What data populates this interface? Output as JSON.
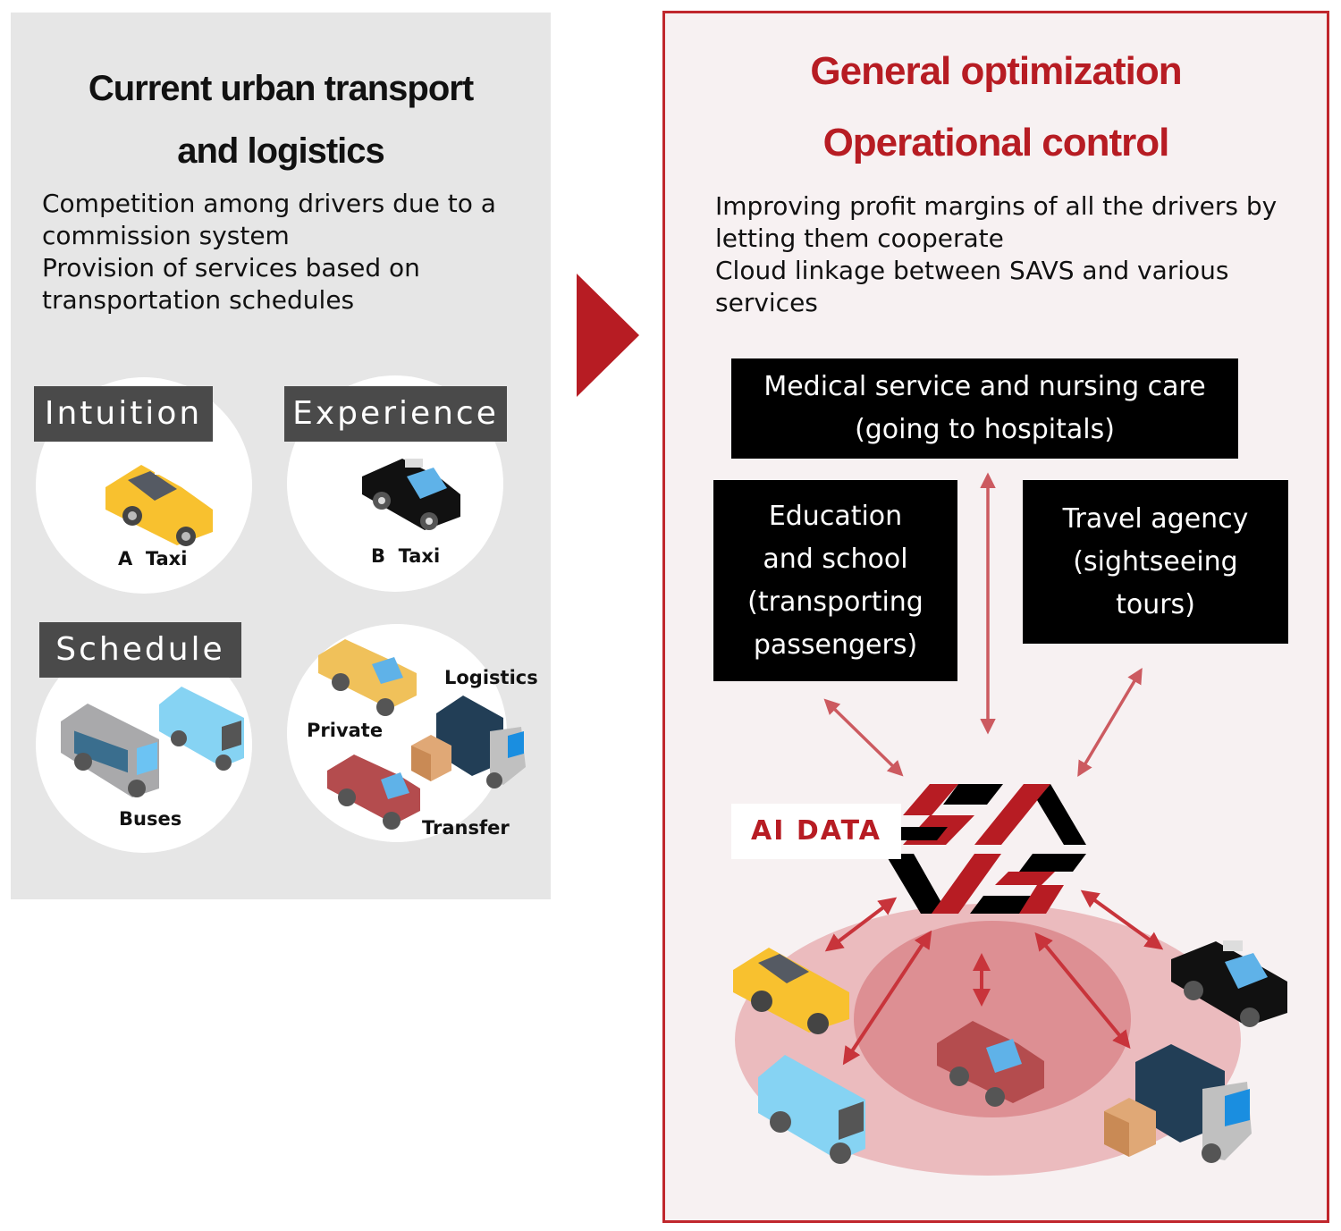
{
  "left": {
    "title_lines": [
      "Current urban transport",
      "and logistics"
    ],
    "description_lines": [
      "Competition among drivers due to a",
      "commission system",
      "Provision of services based on",
      "transportation schedules"
    ],
    "tags": [
      "Intuition",
      "Experience",
      "Schedule"
    ],
    "vehicle_labels": {
      "a_taxi": "A  Taxi",
      "b_taxi": "B  Taxi",
      "buses": "Buses",
      "private": "Private",
      "logistics": "Logistics",
      "transfer": "Transfer"
    }
  },
  "arrow": {
    "icon": "triangle-right-icon",
    "color": "#b71c23"
  },
  "right": {
    "title_lines": [
      "General optimization",
      "Operational control"
    ],
    "description_lines": [
      "Improving profit margins of all the drivers by",
      "letting them cooperate",
      "Cloud linkage between SAVS and various",
      "services"
    ],
    "services": [
      {
        "lines": [
          "Medical service and nursing care",
          "(going to hospitals)"
        ]
      },
      {
        "lines": [
          "Education",
          "and school",
          "(transporting",
          "passengers)"
        ]
      },
      {
        "lines": [
          "Travel agency",
          "(sightseeing",
          "tours)"
        ]
      }
    ],
    "ai_data_label": "AI DATA",
    "logo": "savs-logo"
  },
  "colors": {
    "accent_red": "#b71c23",
    "panel_gray": "#e6e6e6",
    "panel_pink": "#f7f1f2",
    "tag_gray": "#4a4a4a",
    "arrow_red": "#cc5a60"
  }
}
